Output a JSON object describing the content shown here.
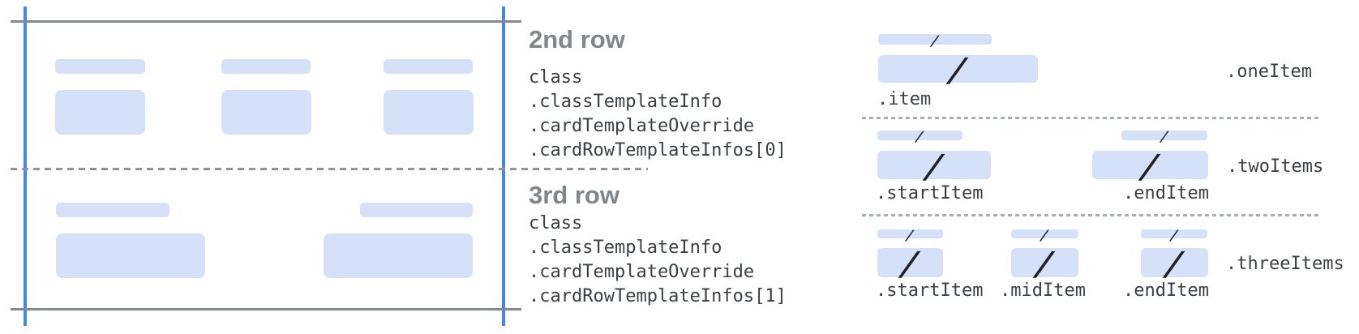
{
  "colors": {
    "accent_blue": "#4285F4",
    "placeholder_fill": "#D5E1F9",
    "solid_line_gray": "#85898E",
    "dashed_line_gray": "#8F949A",
    "dotted_line_gray": "#A9AEB4",
    "heading_gray": "#80868B",
    "code_text": "#3C4043",
    "slash_color": "#202124"
  },
  "glyphs": {
    "slash": "/"
  },
  "rows": [
    {
      "heading": "2nd row",
      "code_lines": [
        "class",
        ".classTemplateInfo",
        ".cardTemplateOverride",
        ".cardRowTemplateInfos[0]"
      ]
    },
    {
      "heading": "3rd row",
      "code_lines": [
        "class",
        ".classTemplateInfo",
        ".cardTemplateOverride",
        ".cardRowTemplateInfos[1]"
      ]
    }
  ],
  "item_groups": [
    {
      "group_label": ".oneItem",
      "item_labels": [
        ".item"
      ]
    },
    {
      "group_label": ".twoItems",
      "item_labels": [
        ".startItem",
        ".endItem"
      ]
    },
    {
      "group_label": ".threeItems",
      "item_labels": [
        ".startItem",
        ".midItem",
        ".endItem"
      ]
    }
  ]
}
